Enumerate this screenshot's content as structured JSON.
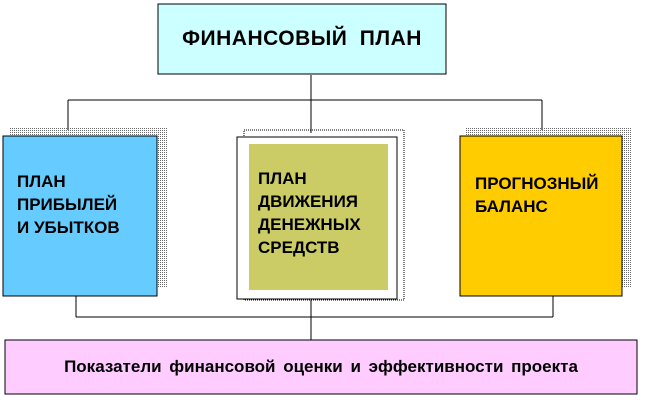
{
  "diagram": {
    "root": {
      "label": "ФИНАНСОВЫЙ  ПЛАН",
      "color": "#ccffff"
    },
    "components": [
      {
        "id": "pnl",
        "label": "ПЛАН\nПРИБЫЛЕЙ\nИ УБЫТКОВ",
        "color": "#66ccff"
      },
      {
        "id": "cashflow",
        "label": "ПЛАН\nДВИЖЕНИЯ\nДЕНЕЖНЫХ\nСРЕДСТВ",
        "color": "#cccc66"
      },
      {
        "id": "balance",
        "label": "ПРОГНОЗНЫЙ\nБАЛАНС",
        "color": "#ffcc00"
      }
    ],
    "output": {
      "label": "Показатели  финансовой  оценки и эффективности  проекта",
      "color": "#ffccff"
    }
  }
}
